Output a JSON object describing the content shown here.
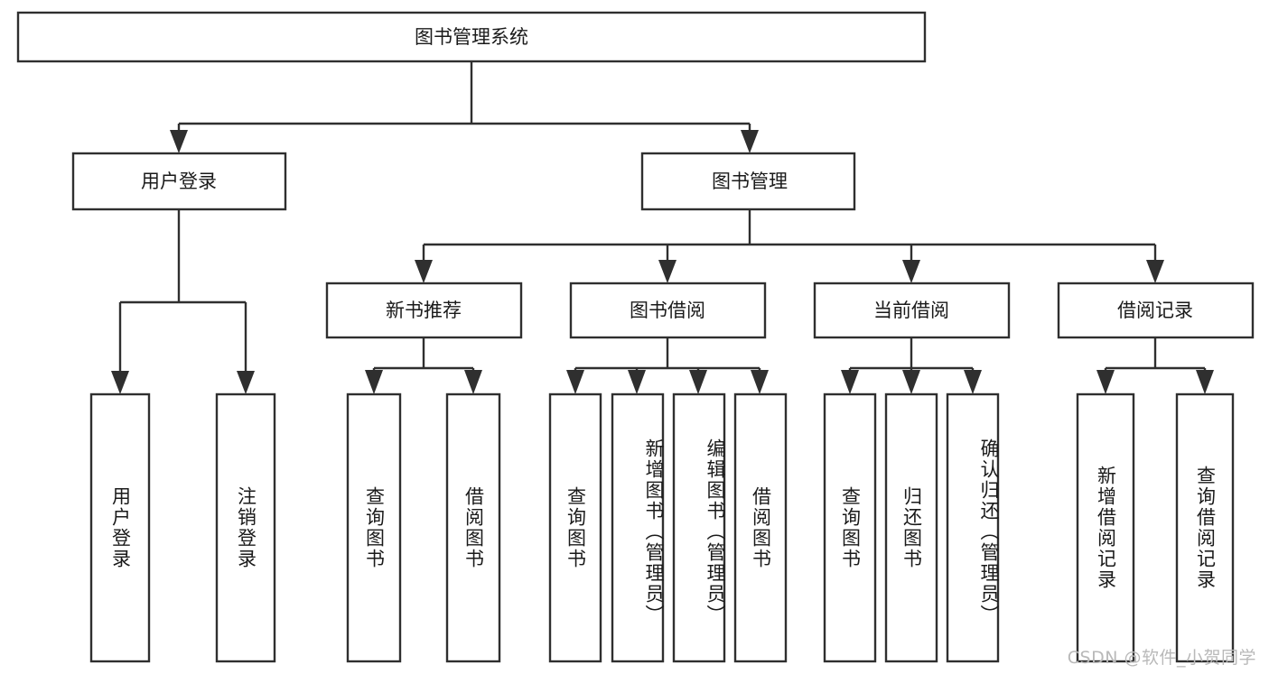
{
  "diagram": {
    "type": "tree-hierarchy",
    "title": "图书管理系统",
    "watermark": "CSDN @软件_小贺同学",
    "colors": {
      "stroke": "#2f2f2f",
      "fill": "#ffffff",
      "text": "#1a1a1a",
      "watermark": "#b9b9b9"
    },
    "levels": [
      {
        "level": 1,
        "nodes": [
          {
            "id": "root",
            "label": "图书管理系统",
            "orientation": "horizontal"
          }
        ]
      },
      {
        "level": 2,
        "nodes": [
          {
            "id": "user-login",
            "label": "用户登录",
            "orientation": "horizontal",
            "parent": "root"
          },
          {
            "id": "book-manage",
            "label": "图书管理",
            "orientation": "horizontal",
            "parent": "root"
          }
        ]
      },
      {
        "level": 3,
        "nodes": [
          {
            "id": "new-book-rec",
            "label": "新书推荐",
            "orientation": "horizontal",
            "parent": "book-manage"
          },
          {
            "id": "book-borrow",
            "label": "图书借阅",
            "orientation": "horizontal",
            "parent": "book-manage"
          },
          {
            "id": "current-borrow",
            "label": "当前借阅",
            "orientation": "horizontal",
            "parent": "book-manage"
          },
          {
            "id": "borrow-record",
            "label": "借阅记录",
            "orientation": "horizontal",
            "parent": "book-manage"
          }
        ]
      },
      {
        "level": 4,
        "nodes": [
          {
            "id": "leaf-user-login",
            "label": "用户登录",
            "orientation": "vertical",
            "parent": "user-login"
          },
          {
            "id": "leaf-user-logout",
            "label": "注销登录",
            "orientation": "vertical",
            "parent": "user-login"
          },
          {
            "id": "leaf-rec-query",
            "label": "查询图书",
            "orientation": "vertical",
            "parent": "new-book-rec"
          },
          {
            "id": "leaf-rec-borrow",
            "label": "借阅图书",
            "orientation": "vertical",
            "parent": "new-book-rec"
          },
          {
            "id": "leaf-borrow-query",
            "label": "查询图书",
            "orientation": "vertical",
            "parent": "book-borrow"
          },
          {
            "id": "leaf-borrow-add",
            "label": "新增图书（管理员）",
            "orientation": "vertical",
            "parent": "book-borrow"
          },
          {
            "id": "leaf-borrow-edit",
            "label": "编辑图书（管理员）",
            "orientation": "vertical",
            "parent": "book-borrow"
          },
          {
            "id": "leaf-borrow-do",
            "label": "借阅图书",
            "orientation": "vertical",
            "parent": "book-borrow"
          },
          {
            "id": "leaf-cur-query",
            "label": "查询图书",
            "orientation": "vertical",
            "parent": "current-borrow"
          },
          {
            "id": "leaf-cur-return",
            "label": "归还图书",
            "orientation": "vertical",
            "parent": "current-borrow"
          },
          {
            "id": "leaf-cur-confirm",
            "label": "确认归还（管理员）",
            "orientation": "vertical",
            "parent": "current-borrow"
          },
          {
            "id": "leaf-rec-add",
            "label": "新增借阅记录",
            "orientation": "vertical",
            "parent": "borrow-record"
          },
          {
            "id": "leaf-rec-query2",
            "label": "查询借阅记录",
            "orientation": "vertical",
            "parent": "borrow-record"
          }
        ]
      }
    ]
  }
}
